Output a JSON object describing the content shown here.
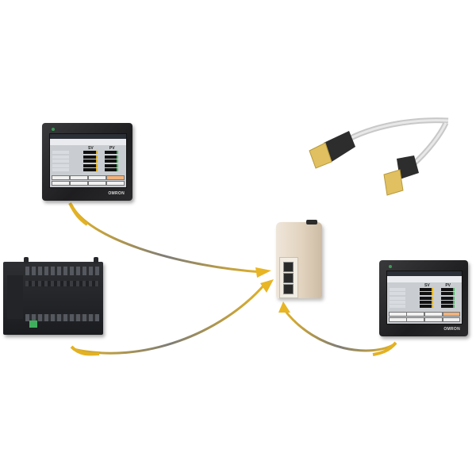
{
  "diagram": {
    "description": "Industrial Ethernet network: HMI panels and PLC connected via Ethernet switch using RJ45 cables",
    "colors": {
      "background": "#ffffff",
      "arrow_head": "#e8b524",
      "arrow_tail": "#7a7a7a",
      "device_dark": "#222326",
      "switch_body": "#e6d8c4"
    },
    "nodes": [
      {
        "id": "hmi-top-left",
        "type": "HMI touch panel",
        "brand_label": "OMRON",
        "screen_columns": [
          "SV",
          "PV"
        ]
      },
      {
        "id": "plc",
        "type": "PLC controller"
      },
      {
        "id": "switch",
        "type": "Unmanaged Ethernet switch",
        "ports": 3
      },
      {
        "id": "hmi-right",
        "type": "HMI touch panel",
        "brand_label": "OMRON",
        "screen_columns": [
          "SV",
          "PV"
        ]
      },
      {
        "id": "cable",
        "type": "RJ45 Ethernet patch cable"
      }
    ],
    "edges": [
      {
        "from": "hmi-top-left",
        "to": "switch"
      },
      {
        "from": "plc",
        "to": "switch"
      },
      {
        "from": "hmi-right",
        "to": "switch"
      }
    ]
  }
}
